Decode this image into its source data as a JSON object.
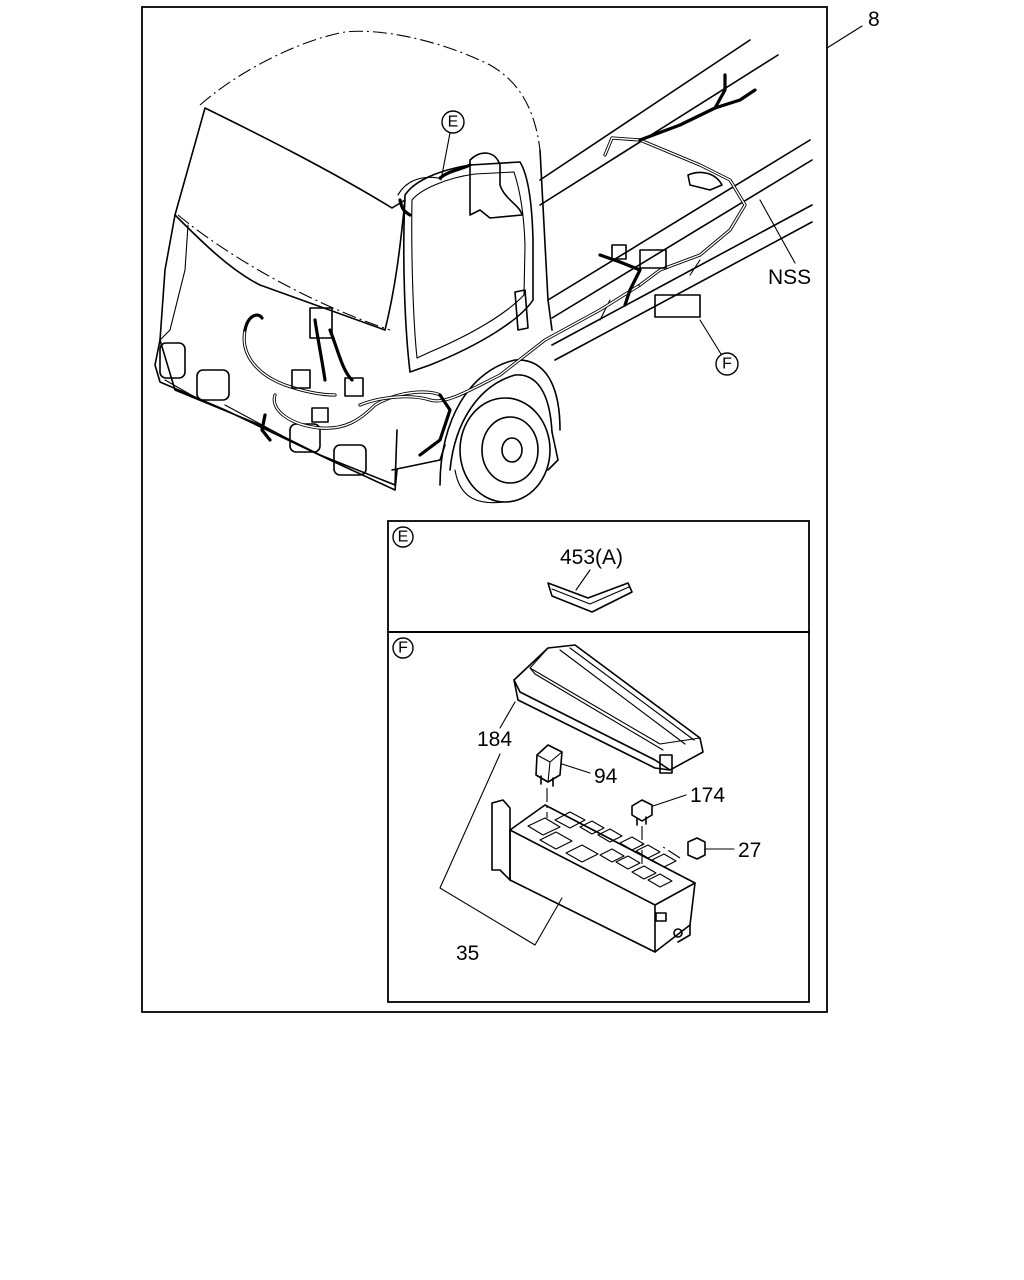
{
  "diagram": {
    "page_ref": "8",
    "callouts": {
      "nss": "NSS",
      "detail_e": "E",
      "detail_f": "F"
    },
    "panel_e": {
      "tag": "E",
      "part": "453(A)"
    },
    "panel_f": {
      "tag": "F",
      "parts": {
        "cover": "184",
        "relay": "94",
        "fuse_small": "174",
        "fuse_mini": "27",
        "assembly": "35"
      }
    }
  }
}
